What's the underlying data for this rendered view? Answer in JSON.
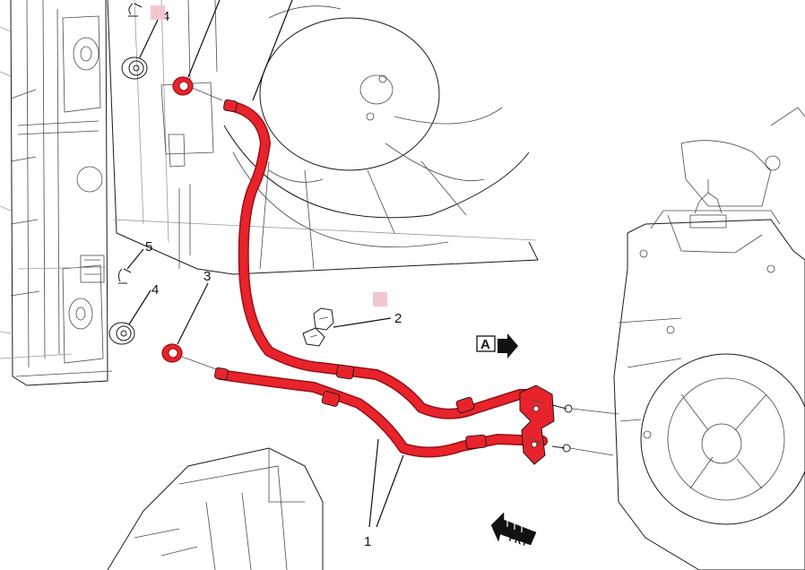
{
  "callouts": [
    {
      "id": "1",
      "label": "1"
    },
    {
      "id": "2",
      "label": "2"
    },
    {
      "id": "3",
      "label": "3"
    },
    {
      "id": "4a",
      "label": "4"
    },
    {
      "id": "4b",
      "label": "4"
    },
    {
      "id": "5",
      "label": "5"
    }
  ],
  "view_indicator": {
    "label": "A"
  },
  "front_indicator": {
    "label": "FRT"
  },
  "colors": {
    "highlight": "#e8232b",
    "highlight_dark": "#9a1016",
    "linework": "#1a1a1a",
    "marker": "#f3c6cf"
  }
}
